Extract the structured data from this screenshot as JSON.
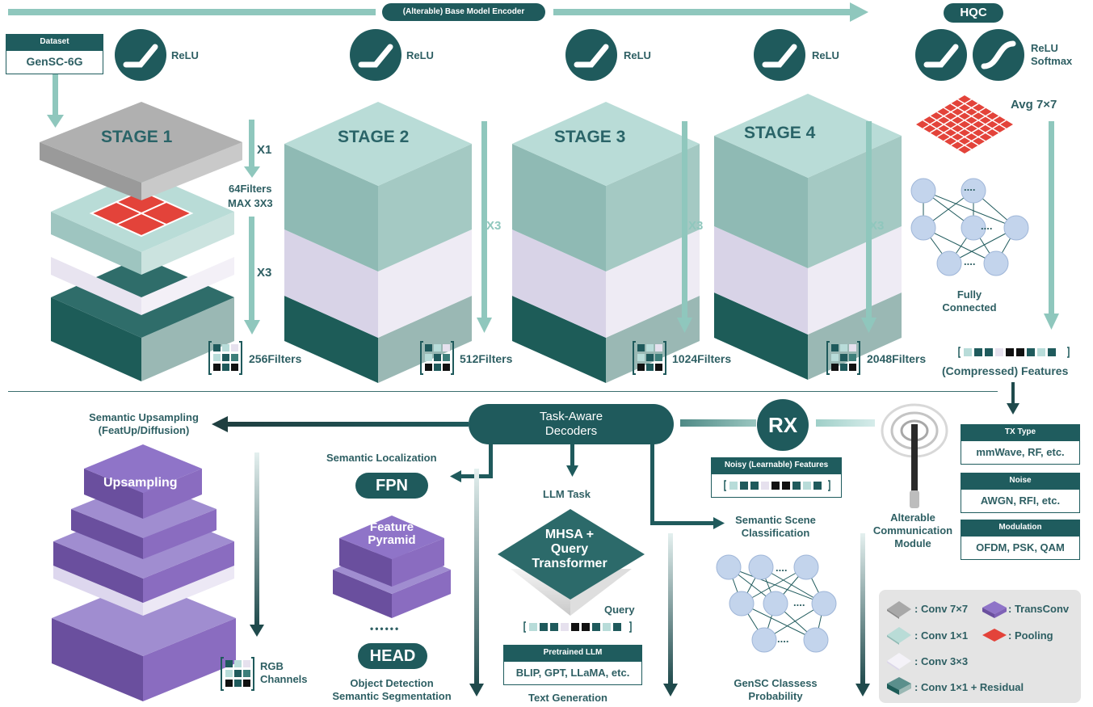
{
  "header": {
    "encoder_label": "(Alterable) Base Model Encoder",
    "hqc": "HQC"
  },
  "dataset": {
    "head": "Dataset",
    "value": "GenSC-6G"
  },
  "activations": {
    "relu": "ReLU",
    "relu_softmax_1": "ReLU",
    "relu_softmax_2": "Softmax"
  },
  "stages": [
    {
      "title": "STAGE 1",
      "filters": "256Filters"
    },
    {
      "title": "STAGE 2",
      "filters": "512Filters"
    },
    {
      "title": "STAGE 3",
      "filters": "1024Filters"
    },
    {
      "title": "STAGE 4",
      "filters": "2048Filters"
    }
  ],
  "stage1_notes": {
    "x1": "X1",
    "filters64": "64Filters",
    "max": "MAX 3X3",
    "x3": "X3"
  },
  "repeat_label": "X3",
  "hqc_block": {
    "avg": "Avg 7×7",
    "fc1": "Fully",
    "fc2": "Connected",
    "dots": "....",
    "features": "(Compressed) Features"
  },
  "decoders": {
    "title1": "Task-Aware",
    "title2": "Decoders",
    "rx": "RX"
  },
  "upsampling": {
    "title1": "Semantic Upsampling",
    "title2": "(FeatUp/Diffusion)",
    "block": "Upsampling",
    "rgb1": "RGB",
    "rgb2": "Channels"
  },
  "localization": {
    "title": "Semantic Localization",
    "fpn": "FPN",
    "pyramid1": "Feature",
    "pyramid2": "Pyramid",
    "dots": "••••••",
    "head": "HEAD",
    "out1": "Object Detection",
    "out2": "Semantic Segmentation"
  },
  "llm": {
    "title": "LLM Task",
    "block1": "MHSA +",
    "block2": "Query",
    "block3": "Transformer",
    "query": "Query",
    "pretrained_head": "Pretrained LLM",
    "pretrained_body": "BLIP, GPT, LLaMA, etc.",
    "out": "Text Generation"
  },
  "noisy": {
    "head": "Noisy (Learnable) Features"
  },
  "classification": {
    "title1": "Semantic Scene",
    "title2": "Classification",
    "out1": "GenSC Classess",
    "out2": "Probability",
    "dots": "...."
  },
  "comm": {
    "line1": "Alterable",
    "line2": "Communication",
    "line3": "Module"
  },
  "tx": [
    {
      "head": "TX Type",
      "body": "mmWave, RF, etc."
    },
    {
      "head": "Noise",
      "body": "AWGN, RFI, etc."
    },
    {
      "head": "Modulation",
      "body": "OFDM, PSK, QAM"
    }
  ],
  "legend": {
    "conv7": ": Conv 7×7",
    "transconv": ": TransConv",
    "conv1": ": Conv 1×1",
    "pooling": ": Pooling",
    "conv3": ": Conv 3×3",
    "conv1res": ": Conv 1×1 + Residual"
  },
  "colors": {
    "dark_teal": "#1f5a5c",
    "light_teal": "#b8dcd9",
    "arrow": "#8fc7bd",
    "purple": "#7a5bb0",
    "red": "#e3433a",
    "grey": "#a0a0a0"
  }
}
